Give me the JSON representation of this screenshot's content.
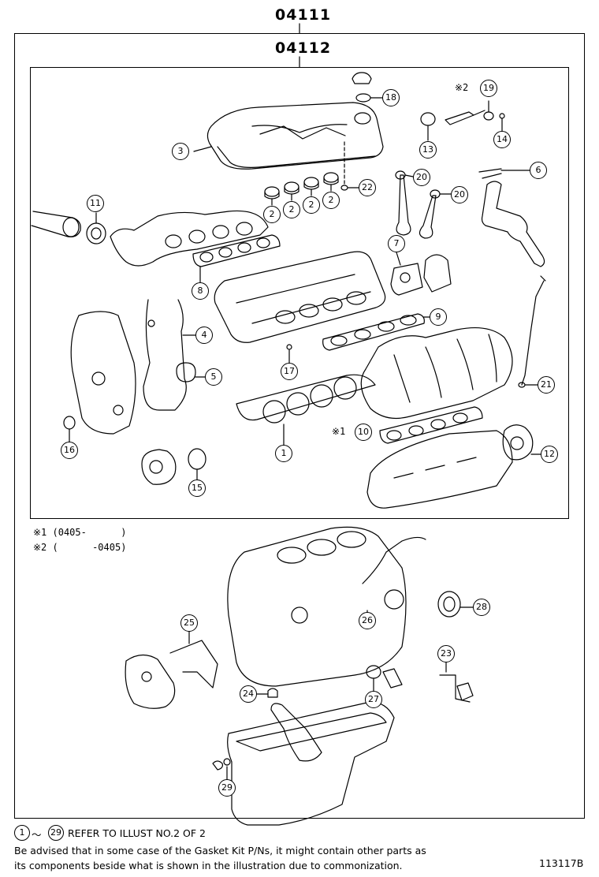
{
  "kit": {
    "outer_part_no": "04111",
    "inner_part_no": "04112"
  },
  "callouts": [
    {
      "id": "18",
      "label": "18"
    },
    {
      "id": "19",
      "label": "19"
    },
    {
      "id": "13",
      "label": "13"
    },
    {
      "id": "14",
      "label": "14"
    },
    {
      "id": "3",
      "label": "3"
    },
    {
      "id": "22",
      "label": "22"
    },
    {
      "id": "2a",
      "label": "2"
    },
    {
      "id": "2b",
      "label": "2"
    },
    {
      "id": "2c",
      "label": "2"
    },
    {
      "id": "2d",
      "label": "2"
    },
    {
      "id": "20a",
      "label": "20"
    },
    {
      "id": "20b",
      "label": "20"
    },
    {
      "id": "6",
      "label": "6"
    },
    {
      "id": "11",
      "label": "11"
    },
    {
      "id": "7",
      "label": "7"
    },
    {
      "id": "8",
      "label": "8"
    },
    {
      "id": "9",
      "label": "9"
    },
    {
      "id": "4",
      "label": "4"
    },
    {
      "id": "5",
      "label": "5"
    },
    {
      "id": "17",
      "label": "17"
    },
    {
      "id": "21",
      "label": "21"
    },
    {
      "id": "1",
      "label": "1"
    },
    {
      "id": "10",
      "label": "10"
    },
    {
      "id": "12",
      "label": "12"
    },
    {
      "id": "16",
      "label": "16"
    },
    {
      "id": "15",
      "label": "15"
    },
    {
      "id": "28",
      "label": "28"
    },
    {
      "id": "25",
      "label": "25"
    },
    {
      "id": "26",
      "label": "26"
    },
    {
      "id": "23",
      "label": "23"
    },
    {
      "id": "24",
      "label": "24"
    },
    {
      "id": "27",
      "label": "27"
    },
    {
      "id": "29",
      "label": "29"
    }
  ],
  "marks": {
    "mark19": "※2",
    "mark10": "※1"
  },
  "notes": {
    "note1": "※1 (0405-      )",
    "note2": "※2 (      -0405)"
  },
  "footer": {
    "ref_start": "1",
    "ref_tilde": "〜",
    "ref_end": "29",
    "ref_text": "REFER TO ILLUST NO.2 OF 2",
    "advice_line1": "Be advised that in some case of the Gasket Kit P/Ns,  it might contain other parts as",
    "advice_line2": "its components beside what is shown in the illustration due to commonization.",
    "illustration_no": "113117B"
  }
}
